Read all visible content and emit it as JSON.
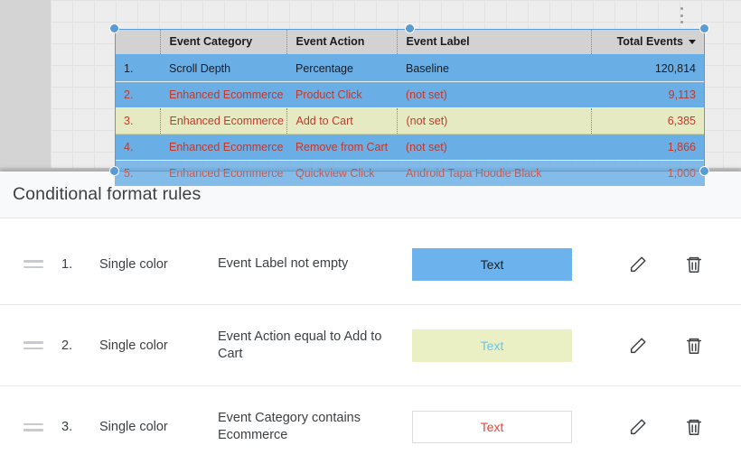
{
  "canvas": {
    "chart_menu_icon": "more-vert-icon"
  },
  "report_table": {
    "columns": [
      "",
      "Event Category",
      "Event Action",
      "Event Label",
      "Total Events"
    ],
    "sort_caret_icon": "caret-down-icon",
    "rows": [
      {
        "index": "1.",
        "category": "Scroll Depth",
        "action": "Percentage",
        "label": "Baseline",
        "total": "120,814",
        "fill": "blue",
        "text": "dark"
      },
      {
        "index": "2.",
        "category": "Enhanced Ecommerce",
        "action": "Product Click",
        "label": "(not set)",
        "total": "9,113",
        "fill": "blue",
        "text": "red"
      },
      {
        "index": "3.",
        "category": "Enhanced Ecommerce",
        "action": "Add to Cart",
        "label": "(not set)",
        "total": "6,385",
        "fill": "yellow",
        "text": "red"
      },
      {
        "index": "4.",
        "category": "Enhanced Ecommerce",
        "action": "Remove from Cart",
        "label": "(not set)",
        "total": "1,866",
        "fill": "blue",
        "text": "red"
      },
      {
        "index": "5.",
        "category": "Enhanced Ecommerce",
        "action": "Quickview Click",
        "label": "Android Tapa Hoodie Black",
        "total": "1,000",
        "fill": "blue",
        "text": "red"
      }
    ]
  },
  "dialog": {
    "title": "Conditional format rules",
    "rules": [
      {
        "number": "1.",
        "type": "Single color",
        "condition": "Event Label not empty",
        "preview_text": "Text",
        "preview_bg": "#6cb3ed",
        "preview_fg": "#202124",
        "preview_border": "none",
        "edit_icon": "pencil-icon",
        "delete_icon": "trash-icon"
      },
      {
        "number": "2.",
        "type": "Single color",
        "condition": "Event Action equal to Add to Cart",
        "preview_text": "Text",
        "preview_bg": "#ebf0c4",
        "preview_fg": "#64c8f0",
        "preview_border": "none",
        "edit_icon": "pencil-icon",
        "delete_icon": "trash-icon"
      },
      {
        "number": "3.",
        "type": "Single color",
        "condition": "Event Category contains Ecommerce",
        "preview_text": "Text",
        "preview_bg": "#ffffff",
        "preview_fg": "#ea4335",
        "preview_border": "1px solid #dadce0",
        "edit_icon": "pencil-icon",
        "delete_icon": "trash-icon"
      }
    ]
  },
  "colors": {
    "row_blue": "#6aaee6",
    "row_yellow": "#e6eac2",
    "red_text": "#c0392b",
    "selection_blue": "#5b9bd5",
    "header_grey": "#d2d2d2"
  }
}
